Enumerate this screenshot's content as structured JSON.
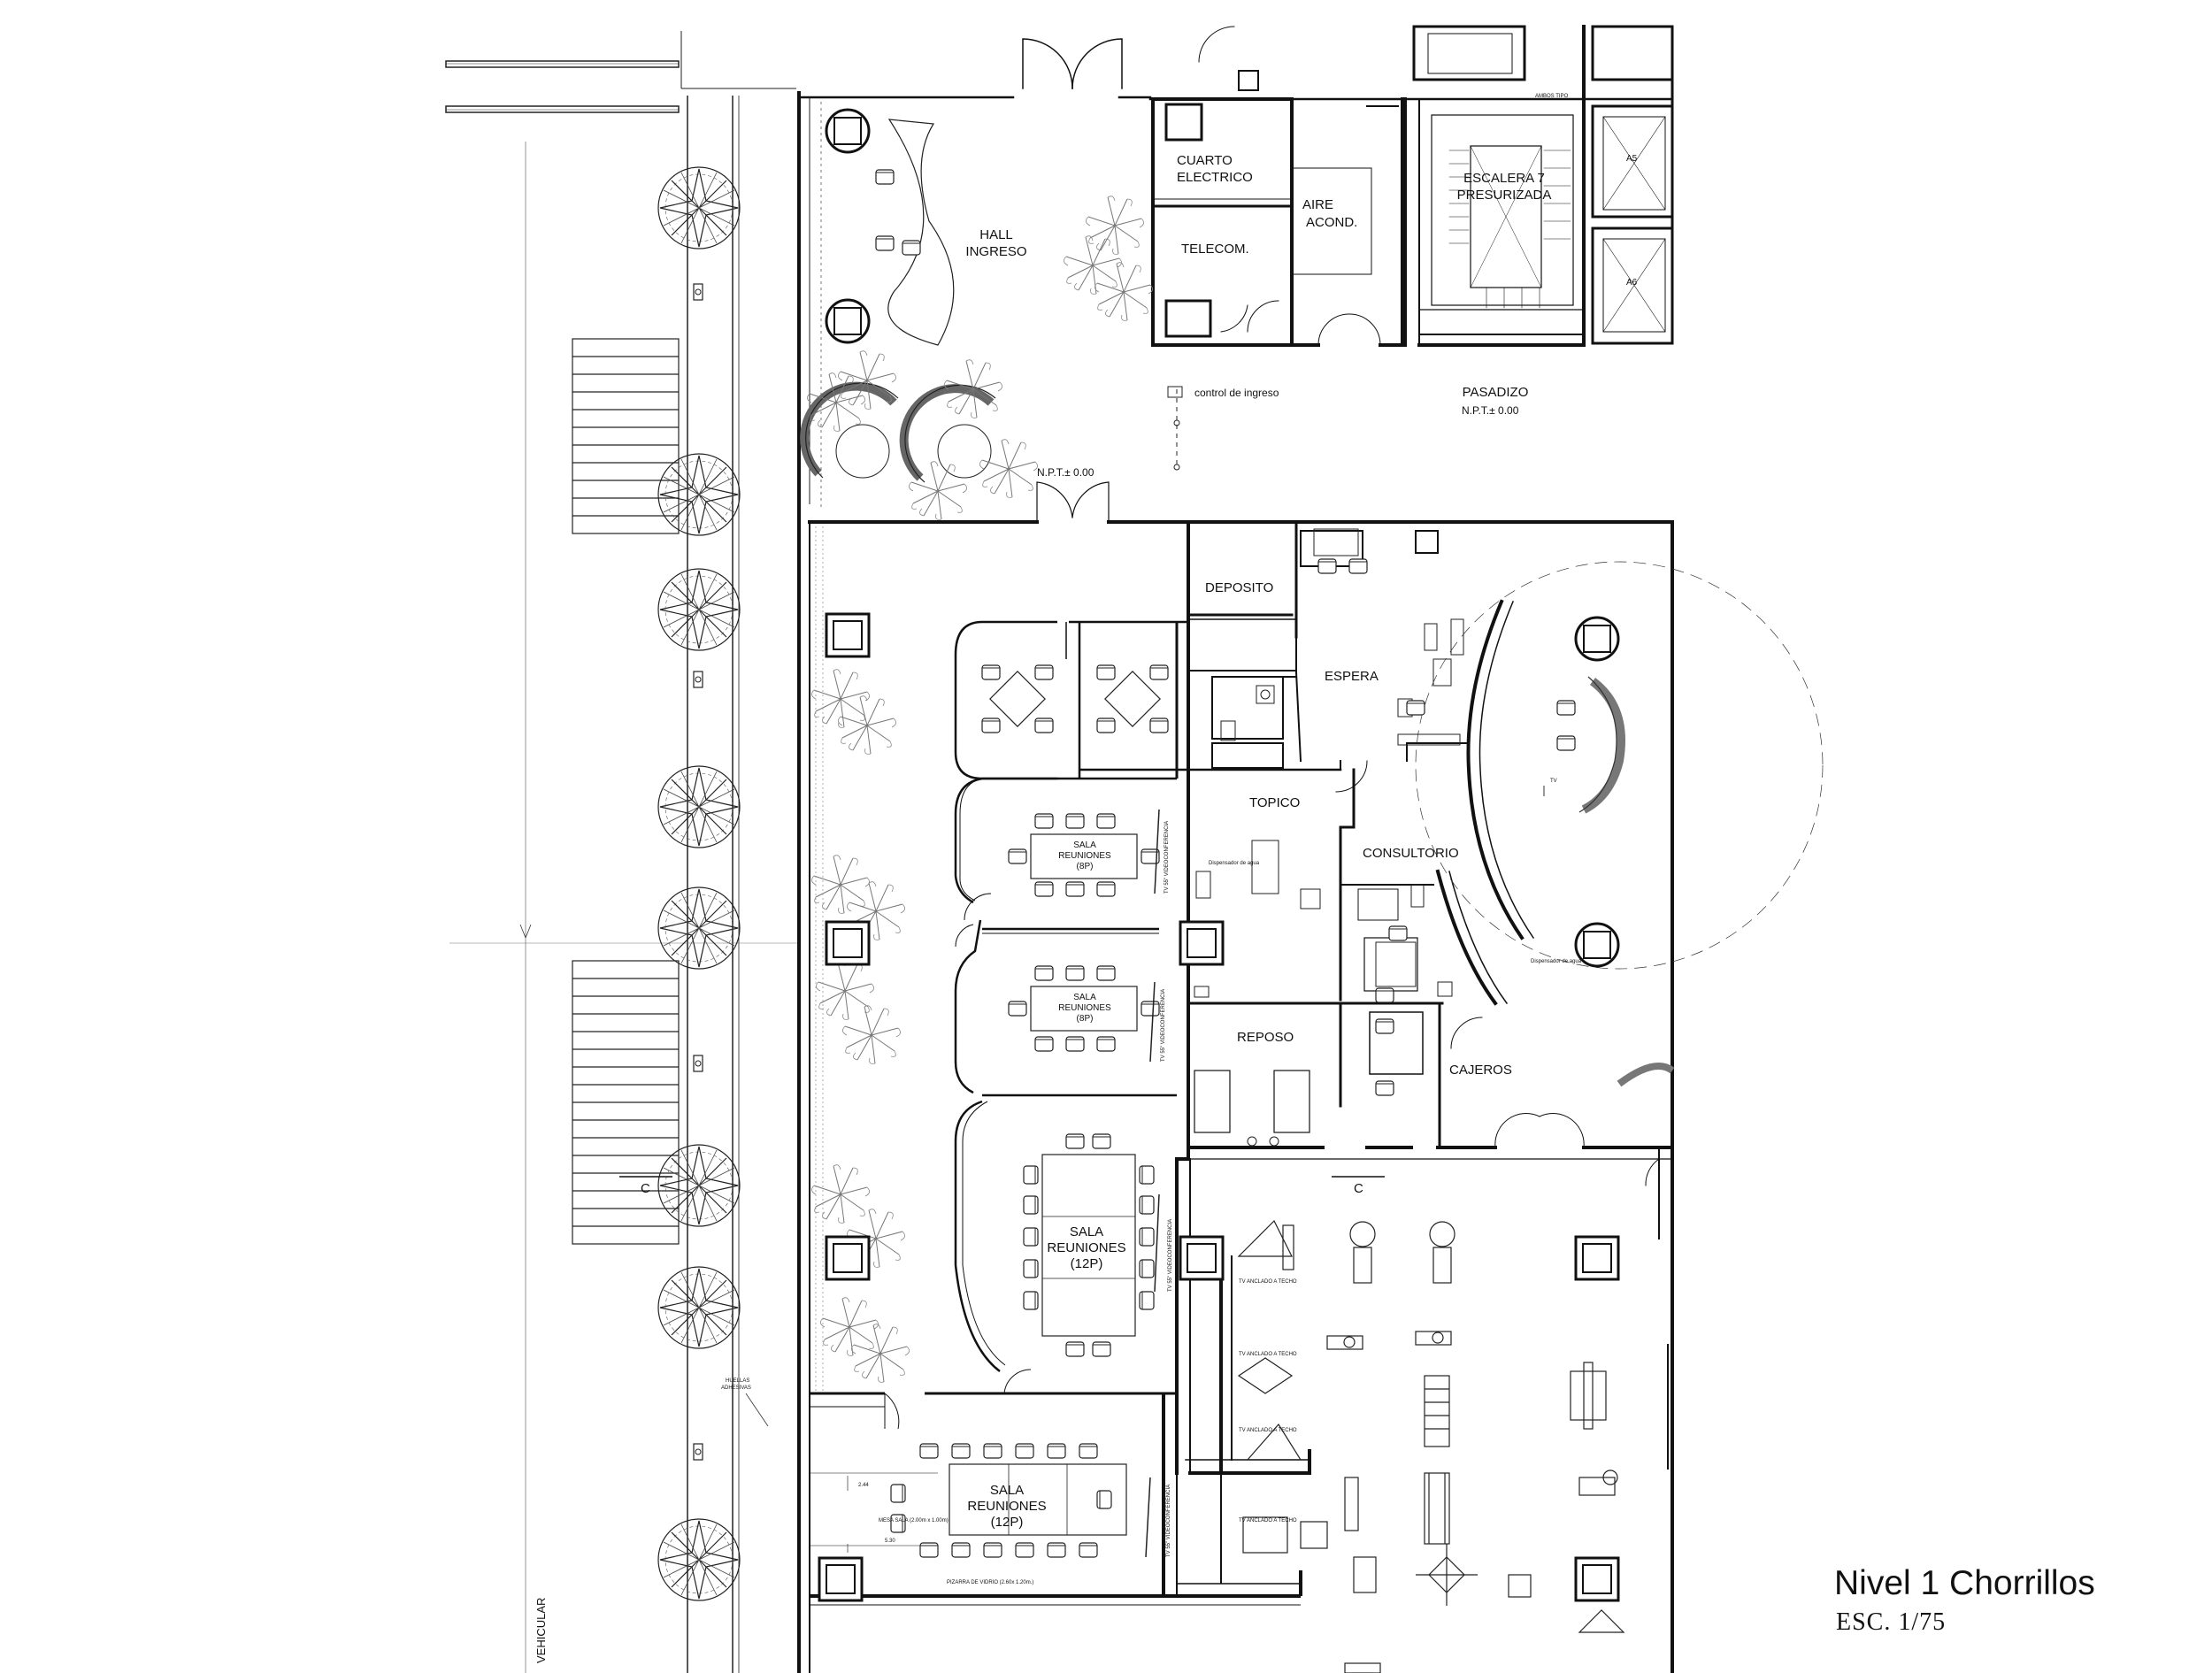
{
  "plan": {
    "title": "Nivel 1  Chorrillos",
    "scale": "ESC. 1/75",
    "rooms": {
      "cuarto_electrico_1": "CUARTO",
      "cuarto_electrico_2": "ELECTRICO",
      "hall_1": "HALL",
      "hall_2": "INGRESO",
      "aire_1": "AIRE",
      "aire_2": "ACOND.",
      "telecom": "TELECOM.",
      "escalera_1": "ESCALERA 7",
      "escalera_2": "PRESURIZADA",
      "pasadizo": "PASADIZO",
      "deposito": "DEPOSITO",
      "espera": "ESPERA",
      "topico": "TOPICO",
      "consultorio": "CONSULTORIO",
      "reposo": "REPOSO",
      "cajeros": "CAJEROS"
    },
    "meeting_rooms": [
      {
        "l1": "SALA",
        "l2": "REUNIONES",
        "l3": "(8P)"
      },
      {
        "l1": "SALA",
        "l2": "REUNIONES",
        "l3": "(8P)"
      },
      {
        "l1": "SALA",
        "l2": "REUNIONES",
        "l3": "(12P)"
      },
      {
        "l1": "SALA",
        "l2": "REUNIONES",
        "l3": "(12P)"
      }
    ],
    "annotations": {
      "control_ingreso": "control de ingreso",
      "npt_hall": "N.P.T.± 0.00",
      "npt_pasadizo": "N.P.T.± 0.00",
      "section_c_left": "C",
      "section_c_right": "C",
      "vehicular": "VEHICULAR",
      "huellas_1": "HUELLAS",
      "huellas_2": "ADHESIVAS",
      "dim_244": "2.44",
      "dim_530": "5.30",
      "pizarra": "PIZARRA DE VIDRIO (2.60x 1.20m.)",
      "dispensador_1": "Dispensador de agua",
      "dispensador_2": "Dispensador de agua",
      "tv_techo_1": "TV ANCLADO A TECHO",
      "tv_techo_2": "TV ANCLADO A TECHO",
      "tv_techo_3": "TV ANCLADO A TECHO",
      "tv_techo_4": "TV ANCLADO A TECHO",
      "tv_videoconf_1": "TV 55\" VIDEOCONFERENCIA",
      "tv_videoconf_2": "TV 55\" VIDEOCONFERENCIA",
      "tv_videoconf_3": "TV 55\" VIDEOCONFERENCIA",
      "tv_videoconf_4": "TV 55\" VIDEOCONFERENCIA",
      "tv_label": "TV",
      "elev_a5": "A5",
      "elev_a6": "A6",
      "ambos_tipo": "AMBOS TIPO",
      "mesa_label": "MESA SALA (2.00m x 1.00m)"
    }
  }
}
